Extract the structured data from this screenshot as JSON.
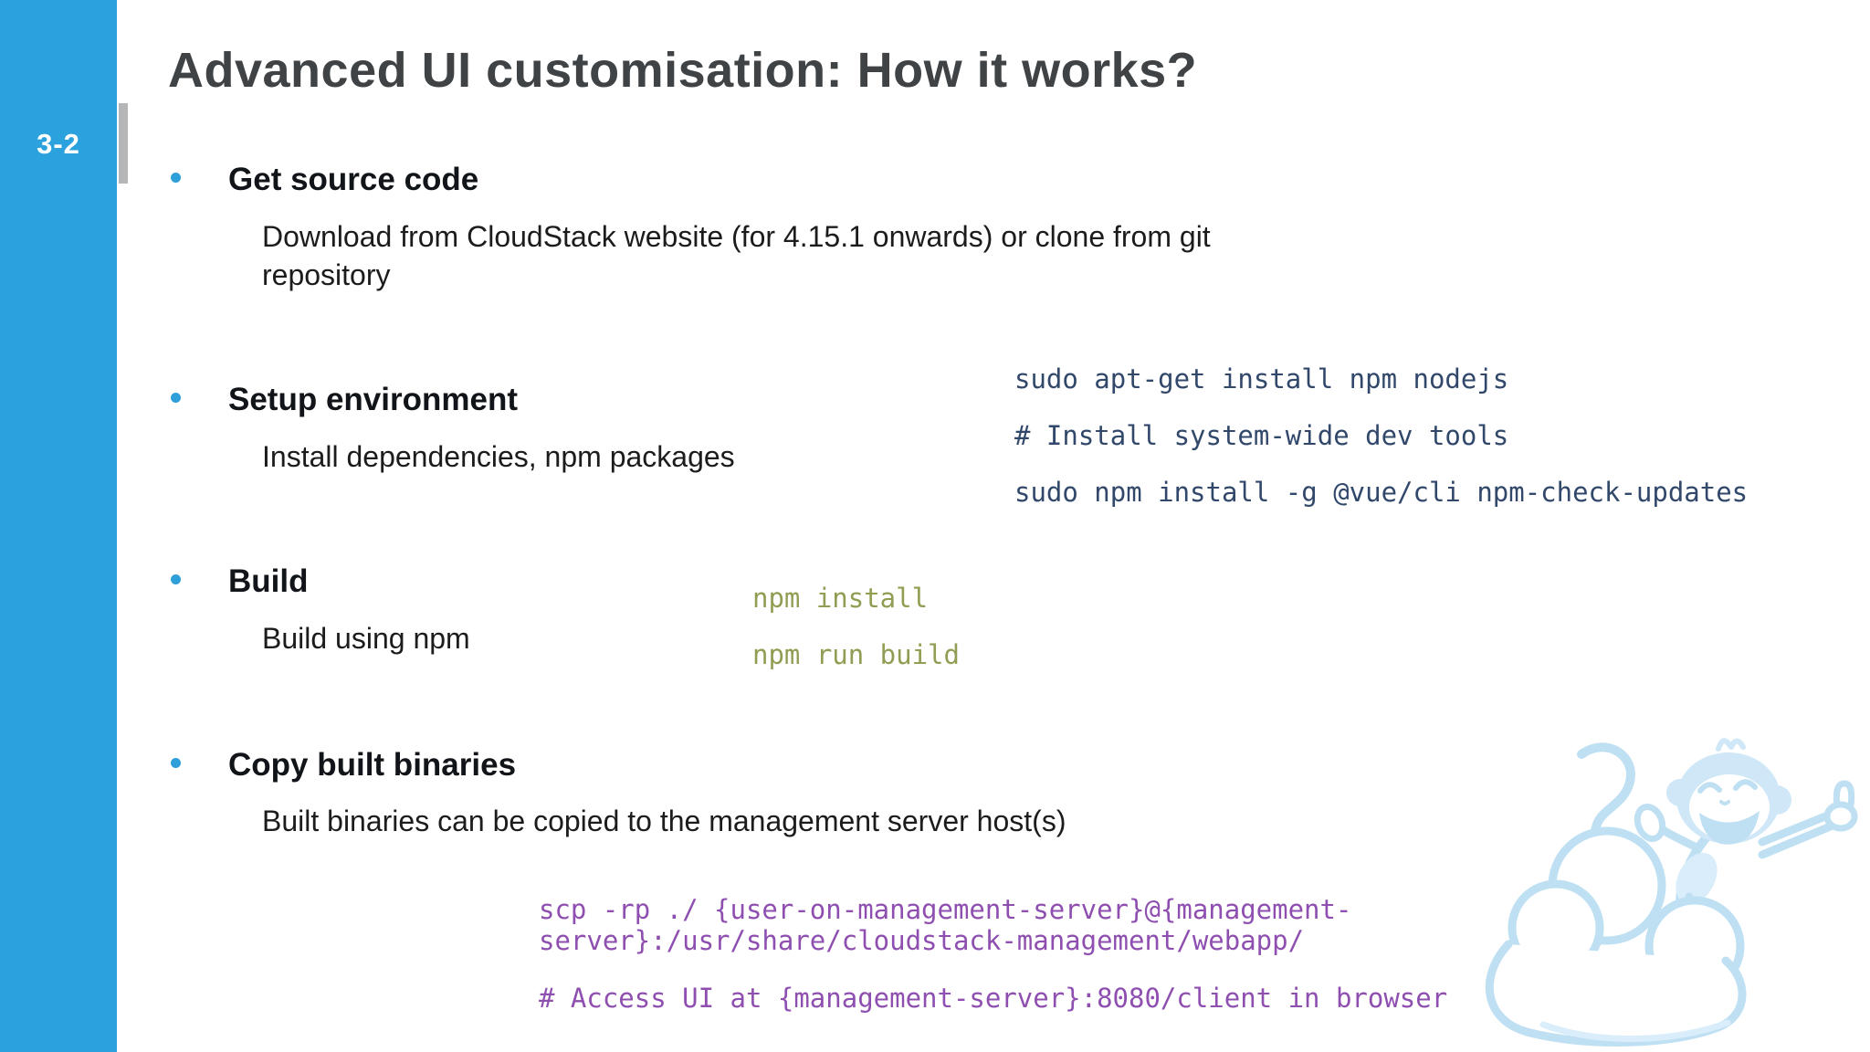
{
  "slide": {
    "number": "3-2",
    "title": "Advanced UI customisation: How it works?"
  },
  "bullets": [
    {
      "heading": "Get source code",
      "body": "Download from CloudStack website (for 4.15.1 onwards) or clone from git repository"
    },
    {
      "heading": "Setup environment",
      "body": "Install dependencies, npm packages"
    },
    {
      "heading": "Build",
      "body": "Build using npm"
    },
    {
      "heading": "Copy built binaries",
      "body": "Built binaries can be copied to the management server host(s)"
    }
  ],
  "code_blocks": {
    "setup_env": {
      "color": "#31486B",
      "lines": [
        "sudo apt-get install npm nodejs",
        "# Install system-wide dev tools",
        "sudo npm install -g @vue/cli npm-check-updates"
      ]
    },
    "build": {
      "color": "#8F9E52",
      "lines": [
        "npm install",
        "npm run build"
      ]
    },
    "copy": {
      "color": "#8E4FB0",
      "lines": [
        "scp -rp ./ {user-on-management-server}@{management-server}:/usr/share/cloudstack-management/webapp/",
        "# Access UI at {management-server}:8080/client in browser"
      ]
    }
  },
  "mascot": {
    "name": "cloudmonkey-sketch",
    "color": "#BFE0F3"
  },
  "colors": {
    "sidebar": "#2BA2DD",
    "sidebar_tab": "#B5B6B7",
    "title": "#3F4345",
    "text": "#1C1C1C",
    "heading_text": "#111418",
    "bullet_dot": "#2E9FD9",
    "background": "#FFFFFF"
  }
}
